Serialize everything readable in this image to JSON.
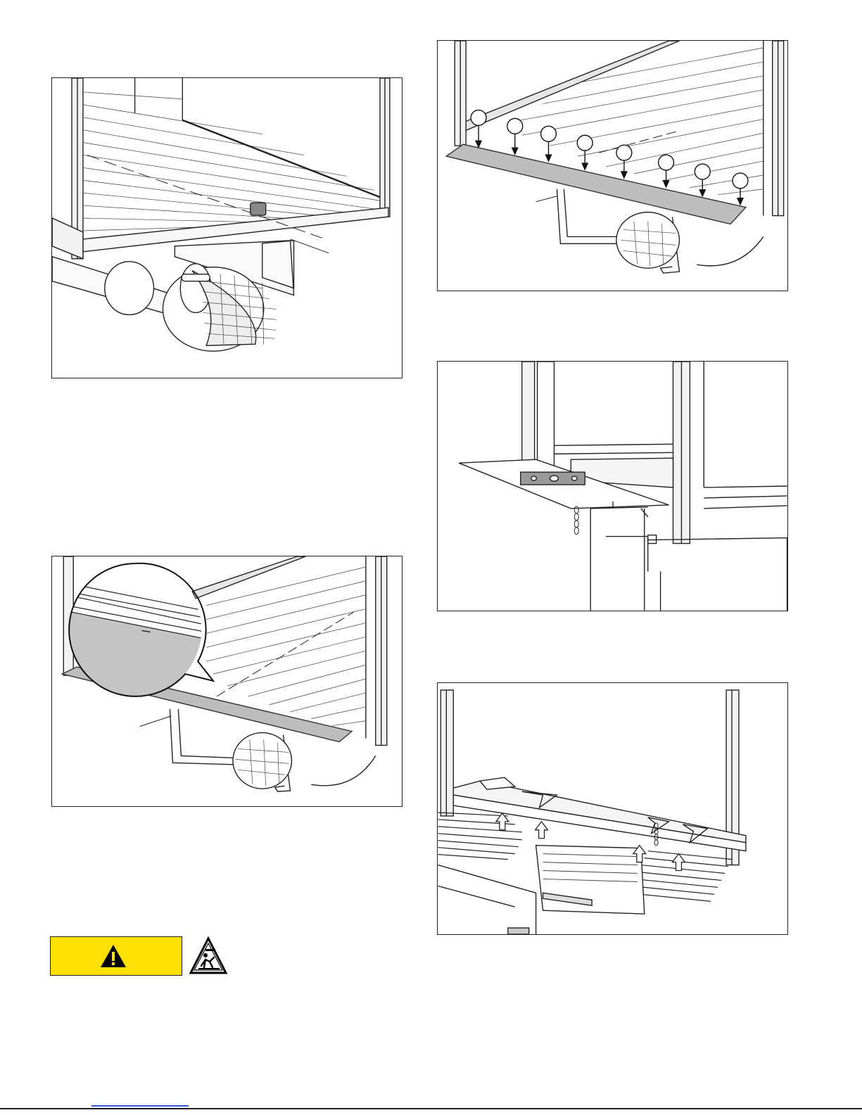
{
  "figures": [
    {
      "id": "fig1",
      "description_key": "door-frame-with-fan"
    },
    {
      "id": "fig2",
      "callout_count": 8
    },
    {
      "id": "fig3"
    },
    {
      "id": "fig4"
    },
    {
      "id": "fig5"
    }
  ],
  "caution": {
    "word": "",
    "color": "#ffe000"
  },
  "icons": [
    "warning-triangle-icon",
    "trip-hazard-icon"
  ]
}
